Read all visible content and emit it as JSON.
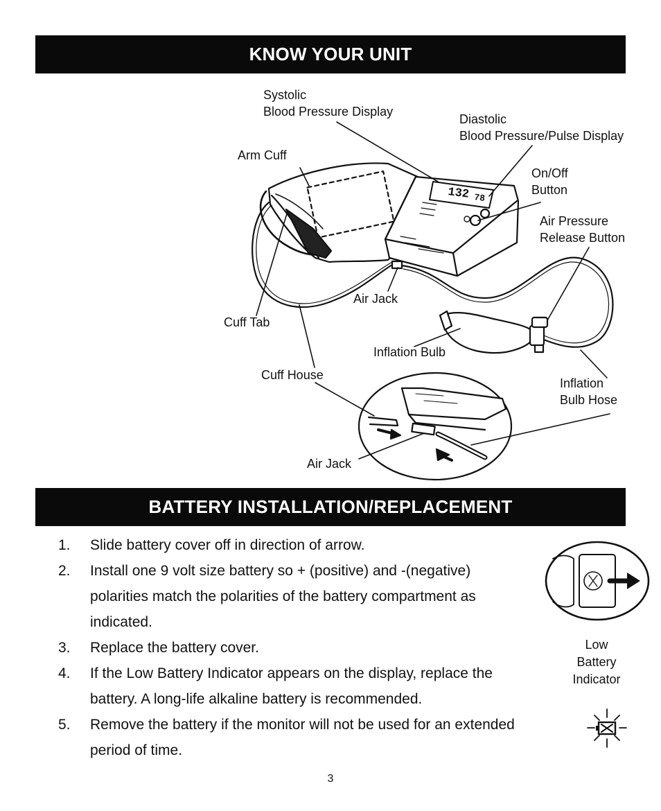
{
  "section1": {
    "title": "KNOW YOUR UNIT"
  },
  "labels": {
    "systolic_1": "Systolic",
    "systolic_2": "Blood Pressure Display",
    "diastolic_1": "Diastolic",
    "diastolic_2": "Blood Pressure/Pulse Display",
    "arm_cuff": "Arm Cuff",
    "onoff_1": "On/Off",
    "onoff_2": "Button",
    "release_1": "Air Pressure",
    "release_2": "Release Button",
    "air_jack": "Air Jack",
    "cuff_tab": "Cuff Tab",
    "inflation_bulb": "Inflation Bulb",
    "cuff_house": "Cuff House",
    "bulb_hose_1": "Inflation",
    "bulb_hose_2": "Bulb Hose",
    "air_jack_2": "Air Jack"
  },
  "display": {
    "systolic": "132",
    "diastolic": "78"
  },
  "section2": {
    "title": "BATTERY INSTALLATION/REPLACEMENT"
  },
  "steps": [
    {
      "num": "1.",
      "text": "Slide battery cover off in direction of arrow."
    },
    {
      "num": "2.",
      "text": "Install one 9 volt size battery so + (positive) and -(negative) polarities match the polarities of the battery compartment as indicated."
    },
    {
      "num": "3.",
      "text": "Replace the battery cover."
    },
    {
      "num": "4.",
      "text": "If the Low Battery Indicator appears on the display, replace the battery. A long-life alkaline battery is recommended."
    },
    {
      "num": "5.",
      "text": "Remove the battery if the monitor will not be used for an extended period of time."
    }
  ],
  "low_battery": {
    "line1": "Low",
    "line2": "Battery",
    "line3": "Indicator"
  },
  "page_number": "3"
}
